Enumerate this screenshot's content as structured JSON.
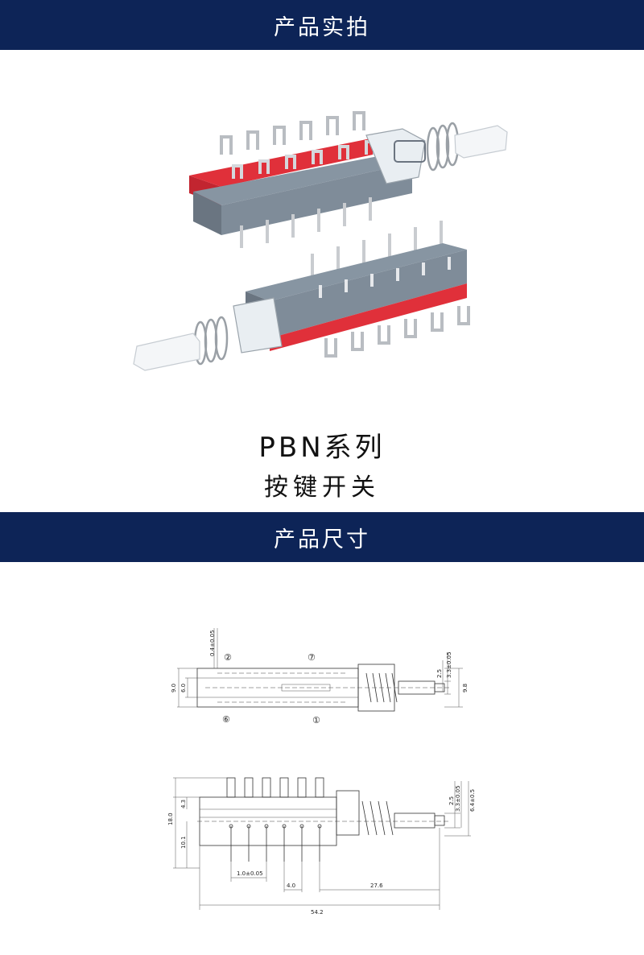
{
  "sections": {
    "photo_title": "产品实拍",
    "dims_title": "产品尺寸"
  },
  "product": {
    "series": "PBN系列",
    "subtitle": "按键开关"
  },
  "drawing_top": {
    "pin_pitch_tol": "0.4±0.05",
    "marker_2": "②",
    "marker_7": "⑦",
    "marker_6": "⑥",
    "marker_1": "①",
    "height_outer": "9.0",
    "height_inner": "6.0",
    "stem_a": "2.5",
    "stem_b": "3.3±0.05",
    "stem_height": "9.8"
  },
  "drawing_side": {
    "height_total": "18.0",
    "height_top": "4.3",
    "height_bottom": "10.1",
    "pitch": "1.0±0.05",
    "gap": "4.0",
    "stroke_length": "27.6",
    "total_length": "54.2",
    "stem_a": "2.5",
    "stem_b": "3.3±0.05",
    "stem_c": "6.4±0.5"
  },
  "colors": {
    "banner": "#0d2457",
    "housing_gray": "#7f8c99",
    "housing_red": "#e0303a",
    "terminal_silver": "#c9ccd0"
  }
}
